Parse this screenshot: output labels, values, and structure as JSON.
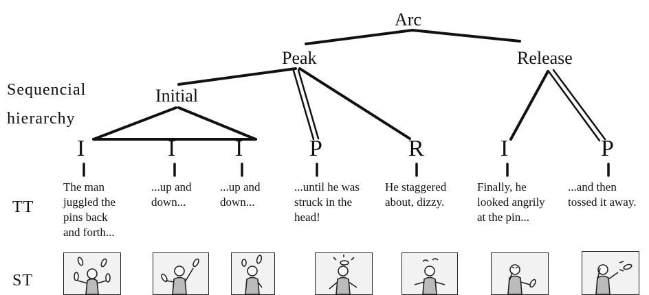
{
  "row_labels": {
    "hierarchy_line1": "Sequencial",
    "hierarchy_line2": "hierarchy",
    "tt": "TT",
    "st": "ST"
  },
  "tree": {
    "root": "Arc",
    "peak": "Peak",
    "release": "Release",
    "initial": "Initial"
  },
  "leaves": [
    "I",
    "I",
    "I",
    "P",
    "R",
    "I",
    "P"
  ],
  "captions": [
    [
      "The man",
      "juggled the",
      "pins back",
      "and forth..."
    ],
    [
      "...up and",
      "down..."
    ],
    [
      "...up and",
      "down..."
    ],
    [
      "...until he was",
      "struck in the",
      "head!"
    ],
    [
      "He staggered",
      "about, dizzy."
    ],
    [
      "Finally, he",
      "looked angrily",
      "at the pin..."
    ],
    [
      "...and then",
      "tossed it away."
    ]
  ],
  "panels": [
    {
      "icon": "juggler-many-pins-icon"
    },
    {
      "icon": "juggler-two-pins-icon"
    },
    {
      "icon": "juggler-pin-up-icon"
    },
    {
      "icon": "struck-head-icon"
    },
    {
      "icon": "dizzy-man-icon"
    },
    {
      "icon": "angry-look-icon"
    },
    {
      "icon": "tossing-pin-icon"
    }
  ]
}
